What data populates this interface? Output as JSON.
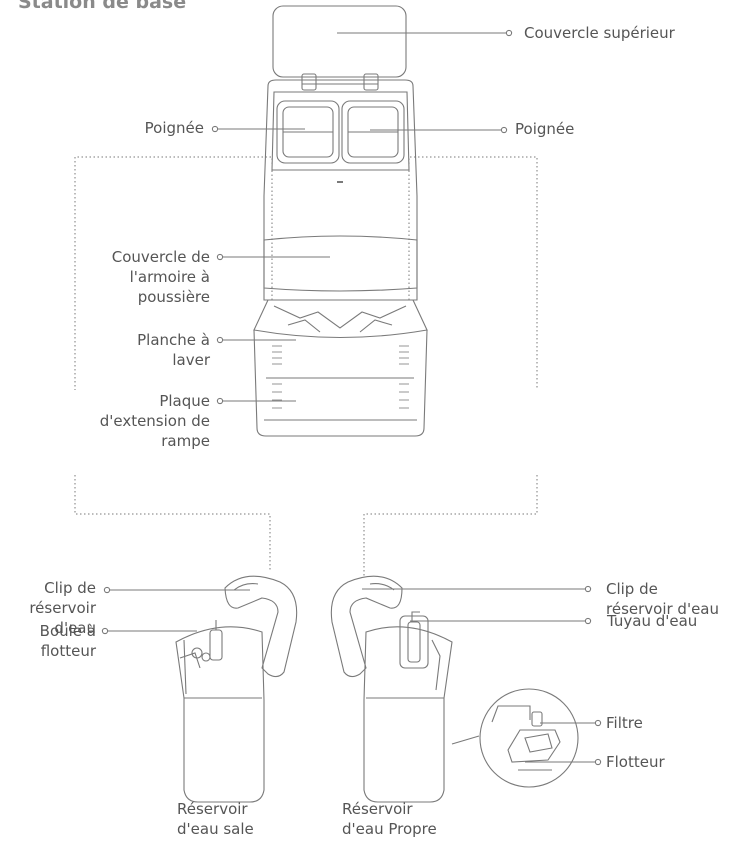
{
  "title": "Station de base",
  "labels": {
    "top_lid": "Couvercle supérieur",
    "handle_left": "Poignée",
    "handle_right": "Poignée",
    "dust_lid": [
      "Couvercle de",
      "l'armoire à",
      "poussière"
    ],
    "wash_board": [
      "Planche à",
      "laver"
    ],
    "ramp_plate": [
      "Plaque",
      "d'extension de",
      "rampe"
    ],
    "clip_left": [
      "Clip de",
      "réservoir",
      "d'eau"
    ],
    "float_ball": [
      "Boule à",
      "flotteur"
    ],
    "clip_right": [
      "Clip de",
      "réservoir d'eau"
    ],
    "water_pipe": "Tuyau d'eau",
    "filter": "Filtre",
    "float": "Flotteur",
    "dirty_tank": [
      "Réservoir",
      "d'eau sale"
    ],
    "clean_tank": [
      "Réservoir",
      "d'eau Propre"
    ]
  },
  "colors": {
    "line": "#7a7a7a",
    "text": "#555555",
    "title": "#8a8a8a"
  }
}
